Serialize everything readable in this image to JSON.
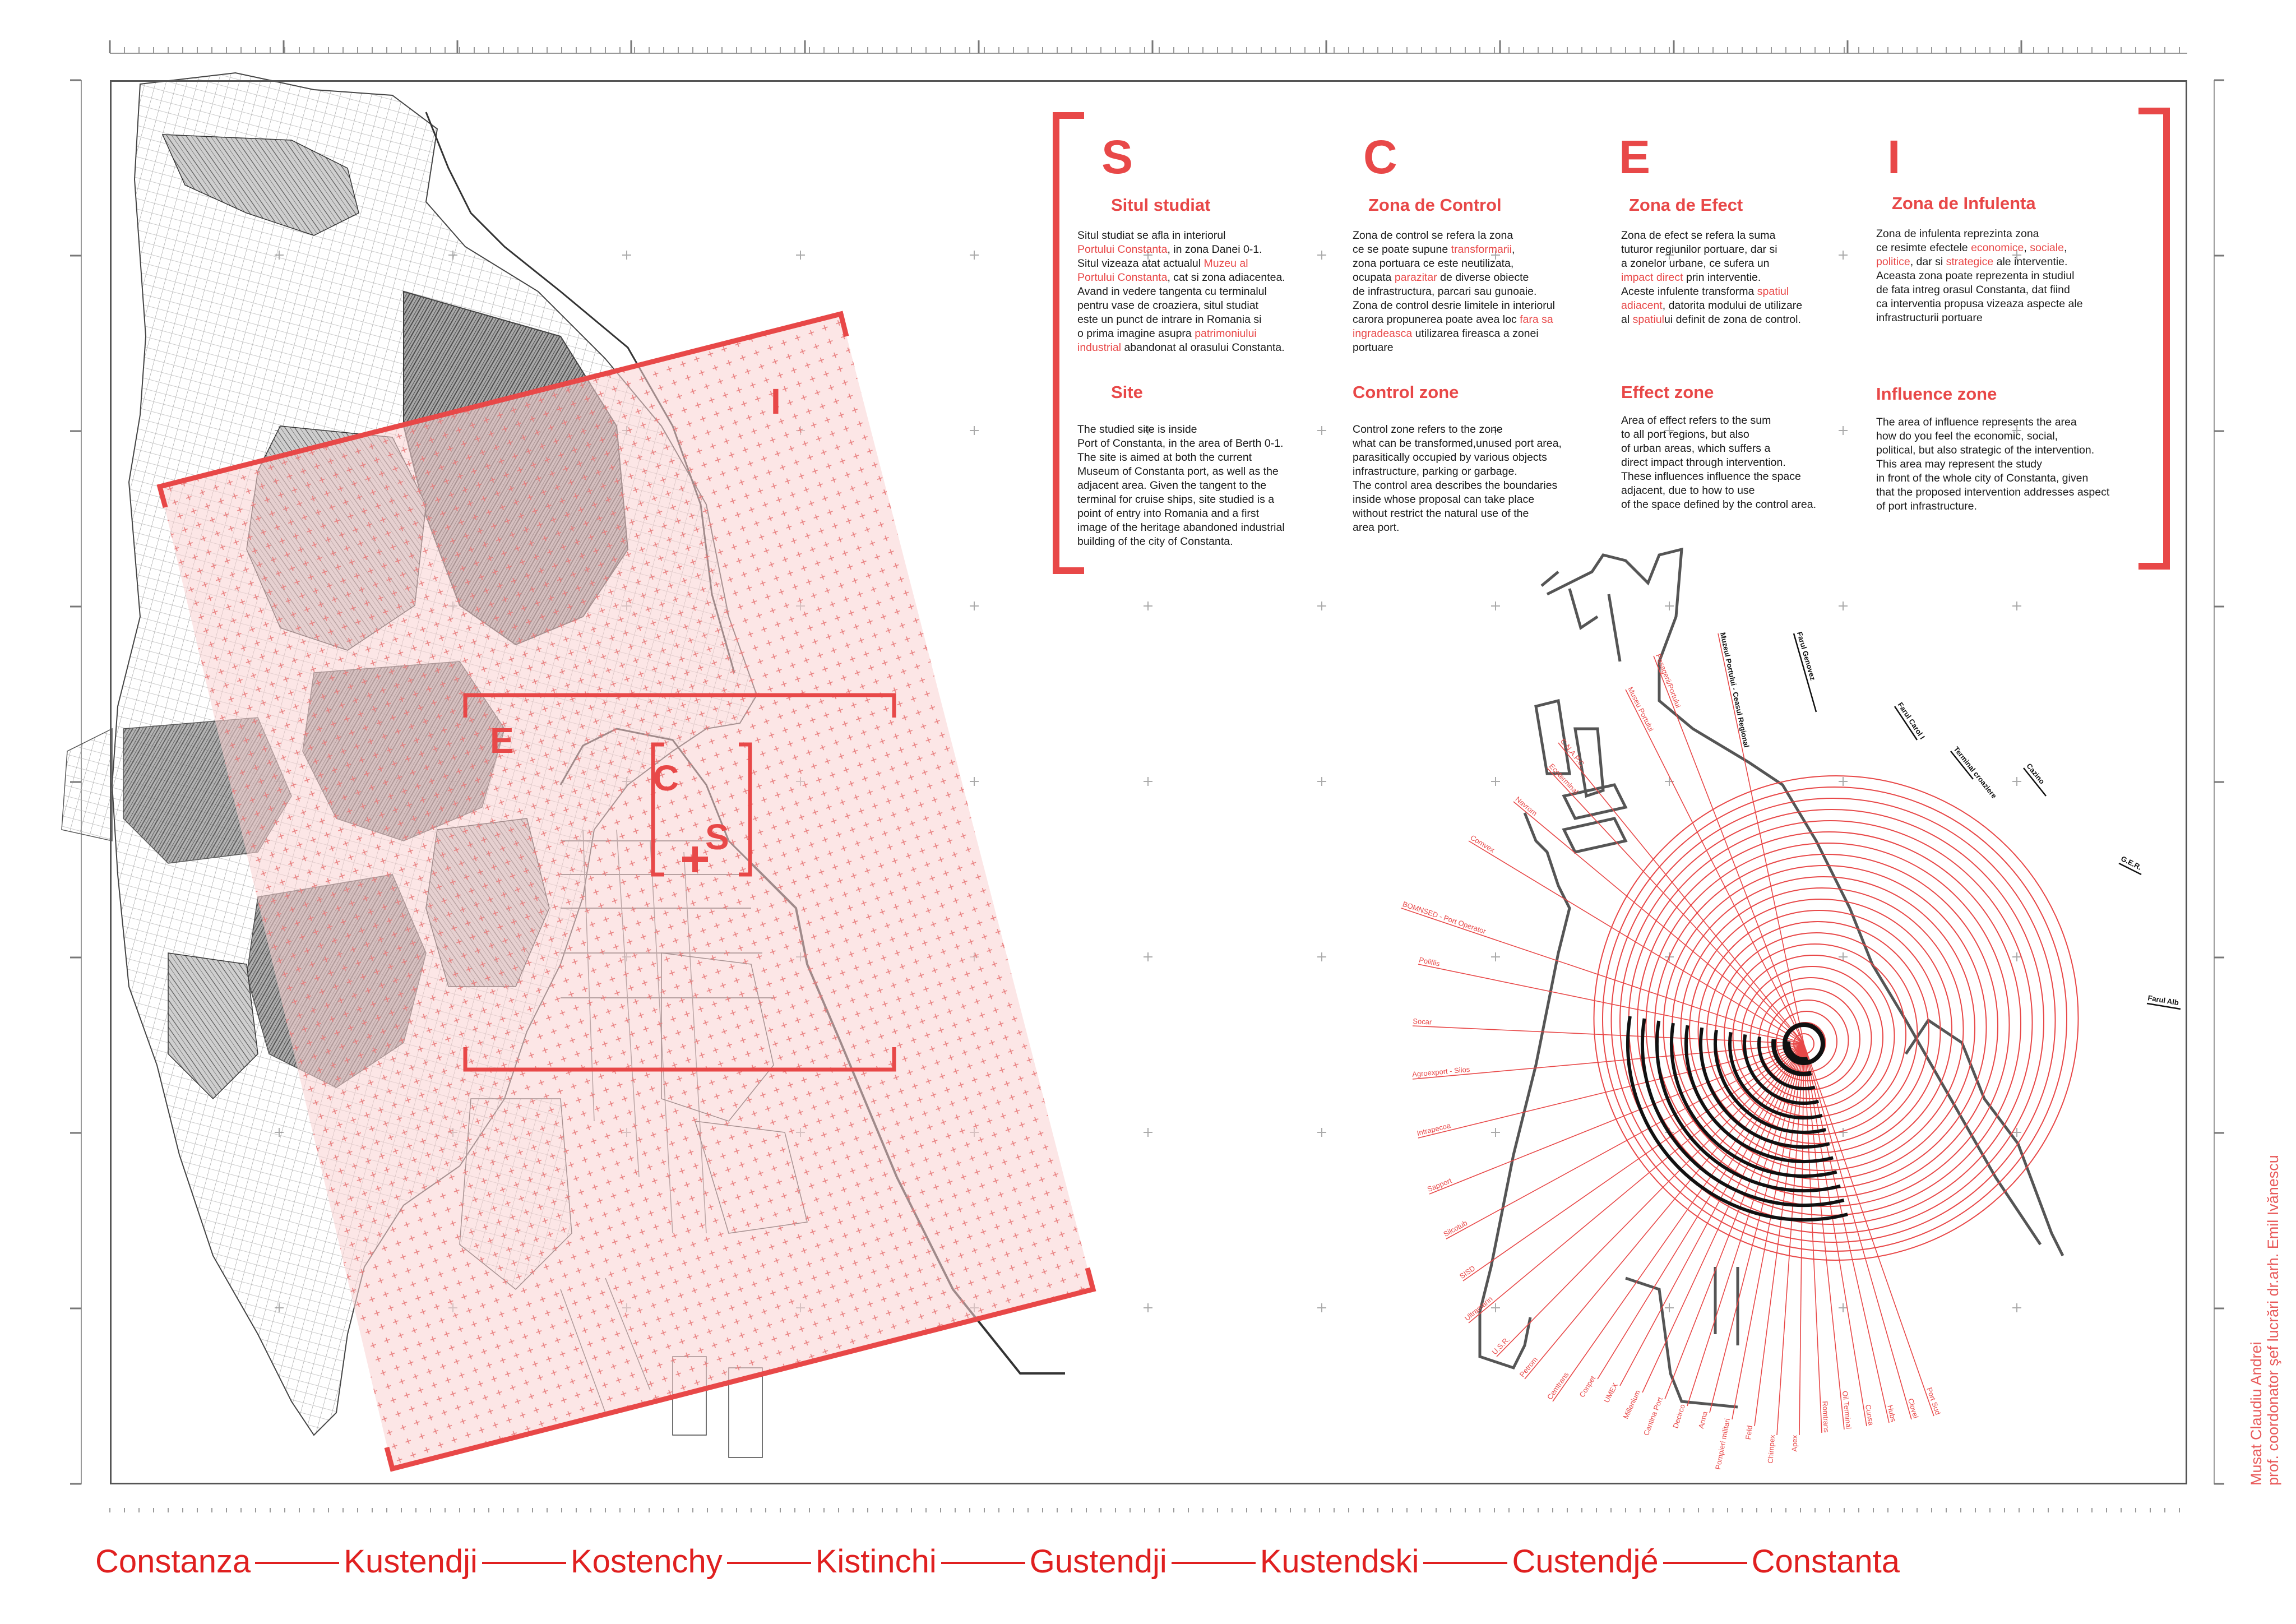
{
  "zones": {
    "S": {
      "letter": "S",
      "title_ro": "Situl studiat",
      "title_en": "Site",
      "text_ro": [
        "Situl studiat se afla in interiorul",
        "Portului Constanta, in zona Danei 0-1.",
        "Situl vizeaza atat actualul Muzeu al",
        "Portului Constanta, cat si zona adiacentea.",
        "Avand in vedere tangenta cu terminalul",
        "pentru vase de croaziera, situl studiat",
        "este un punct de intrare in Romania si",
        "o prima imagine asupra patrimoniului",
        "industrial abandonat al orasului Constanta."
      ],
      "text_en": [
        "The studied site is inside",
        "Port of Constanta, in the area of Berth 0-1.",
        "The site is aimed at both the current",
        "Museum of Constanta port, as well as the",
        "adjacent area. Given the tangent to the",
        "terminal for cruise ships, site studied is a",
        "point of entry into Romania and a first",
        "image of the heritage abandoned industrial",
        "building of the city of Constanta."
      ]
    },
    "C": {
      "letter": "C",
      "title_ro": "Zona de Control",
      "title_en": "Control zone",
      "text_ro": [
        "Zona de control se refera la zona",
        "ce se poate supune transformarii,",
        "zona portuara ce este neutilizata,",
        "ocupata parazitar de diverse obiecte",
        "de infrastructura, parcari sau gunoaie.",
        "Zona de control desrie limitele in interiorul",
        "carora propunerea poate avea loc fara sa",
        "ingradeasca utilizarea fireasca a zonei",
        "portuare"
      ],
      "text_en": [
        "Control zone refers to the zone",
        "what can be transformed,unused port area,",
        "parasitically occupied by various objects",
        "infrastructure, parking or garbage.",
        "The control area describes the boundaries",
        "inside whose proposal can take place",
        "without restrict the natural use of the",
        " area port."
      ]
    },
    "E": {
      "letter": "E",
      "title_ro": "Zona de Efect",
      "title_en": "Effect zone",
      "text_ro": [
        "Zona de efect se refera la suma",
        "tuturor regiunilor portuare, dar si",
        "a zonelor urbane, ce sufera un",
        "impact direct prin interventie.",
        "Aceste infulente transforma spatiul",
        "adiacent, datorita modului de utilizare",
        "al spatiului definit de zona de control."
      ],
      "text_en": [
        "Area of effect refers to the sum",
        "to all port regions, but also",
        "of urban areas, which suffers a",
        "direct impact through intervention.",
        "These influences influence the space",
        "adjacent, due to how to use",
        "of the space defined by the control area."
      ]
    },
    "I": {
      "letter": "I",
      "title_ro": "Zona de Infulenta",
      "title_en": "Influence zone",
      "text_ro": [
        "Zona de infulenta reprezinta zona",
        "ce resimte efectele economice, sociale,",
        "politice, dar si strategice ale interventie.",
        "Aceasta zona poate reprezenta in studiul",
        "de fata intreg orasul Constanta, dat fiind",
        "ca interventia propusa vizeaza aspecte ale",
        "infrastructurii portuare"
      ],
      "text_en": [
        "The area of influence represents the area",
        "how do you feel the economic, social,",
        "political, but also strategic of the intervention.",
        "This area may represent the study",
        "in front of the whole city of Constanta, given",
        "that the proposed intervention addresses aspect",
        "of port infrastructure."
      ]
    }
  },
  "red_words": {
    "S": [
      "Portului Constanta",
      "Muzeu al",
      "Portului Constanta",
      "patrimoniului",
      "industrial"
    ],
    "C": [
      "transformarii",
      "parazitar",
      "fara sa",
      "ingradeasca"
    ],
    "E": [
      "impact direct",
      "spatiul",
      "adiacent"
    ],
    "I": [
      "economice",
      "sociale",
      "politice",
      "strategice"
    ]
  },
  "map_letters": [
    "I",
    "E",
    "C",
    "S"
  ],
  "radial_labels_left": [
    "Ecoterminal",
    "C.N.A.P.C.",
    "Navrom",
    "Comvex",
    "BOMNSED - Port Operator",
    "Poliflis",
    "Socar",
    "Agroexport - Silos",
    "Intrapecoa",
    "Sapport",
    "Silcotub",
    "SISD",
    "Ultramarin",
    "U.S.R.",
    "Petrom",
    "Cemtrans"
  ],
  "radial_labels_bottom": [
    "Conpet",
    "UMEX",
    "Millenium",
    "Cantina Port",
    "Decirco",
    "Arma",
    "Pompieri militari",
    "Feld",
    "Chimpex",
    "Apex",
    "Romtrans",
    "Oil Terminal",
    "Cunsa",
    "Hubs",
    "Clovel",
    "Port Sud"
  ],
  "radial_labels_top": [
    "Museu Portului",
    "Pasagerii/Portului",
    "Muzeul Portului - Ceasul Regional"
  ],
  "radial_labels_right": [
    "Farul Genovez",
    "Farul Carol I",
    "Terminal croaziere",
    "Cazino",
    "G.E.R.",
    "Farul Alb"
  ],
  "city_names": [
    "Constanza",
    "Kustendji",
    "Kostenchy",
    "Kistinchi",
    "Gustendji",
    "Kustendski",
    "Custendjé",
    "Constanta"
  ],
  "credits": [
    "Musat Claudiu Andrei",
    "prof. coordonator şef lucrări dr.arh. Emil Ivănescu"
  ],
  "colors": {
    "accent": "#e84848",
    "map_line": "#3a3a3a",
    "zone_fill": "#f9d0d0"
  }
}
